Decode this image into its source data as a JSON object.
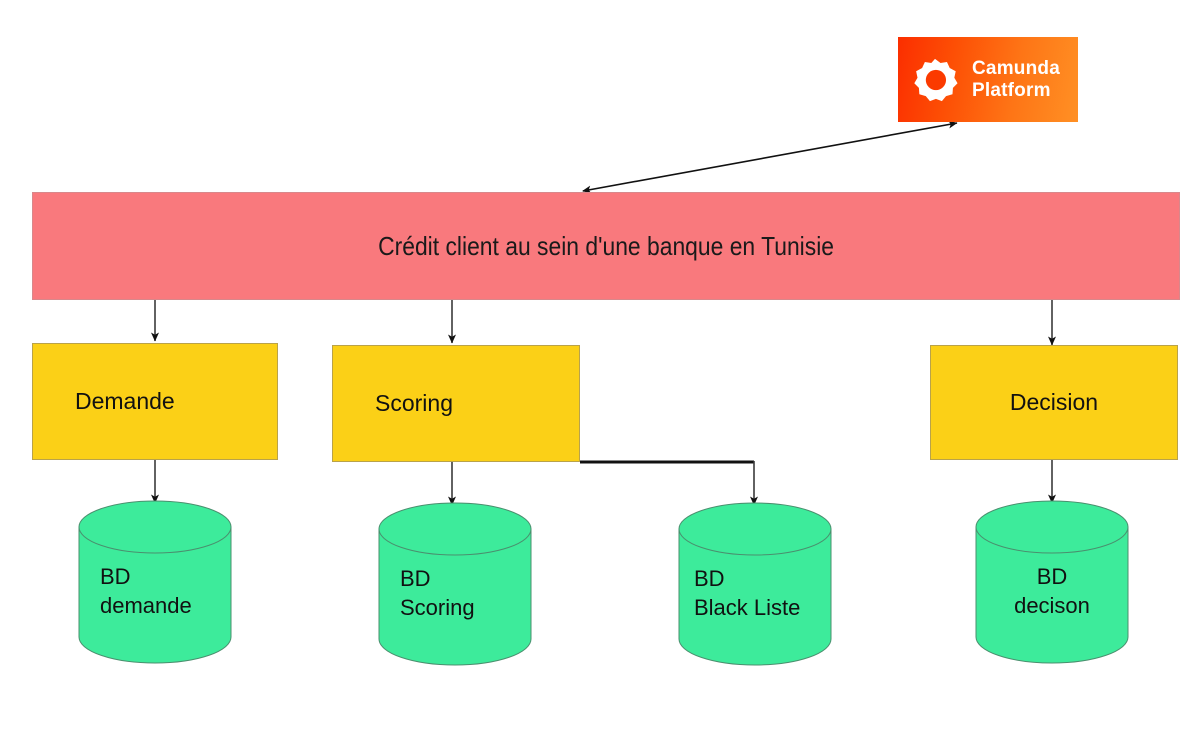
{
  "logo": {
    "name": "Camunda Platform",
    "line1": "Camunda",
    "line2": "Platform",
    "icon": "gear-icon",
    "gradient_from": "#fb2e00",
    "gradient_to": "#ff9024"
  },
  "title_bar": {
    "label": "Crédit client au sein d'une banque en Tunisie",
    "color": "#f9797d"
  },
  "process_boxes": [
    {
      "id": "demande",
      "label": "Demande",
      "color": "#fbd017"
    },
    {
      "id": "scoring",
      "label": "Scoring",
      "color": "#fbd017"
    },
    {
      "id": "decision",
      "label": "Decision",
      "color": "#fbd017"
    }
  ],
  "databases": [
    {
      "id": "bd-demande",
      "line1": "BD",
      "line2": "demande",
      "label": "BD demande",
      "color": "#3deb9b"
    },
    {
      "id": "bd-scoring",
      "line1": "BD",
      "line2": "Scoring",
      "label": "BD Scoring",
      "color": "#3deb9b"
    },
    {
      "id": "bd-black-liste",
      "line1": "BD",
      "line2": "Black Liste",
      "label": "BD Black Liste",
      "color": "#3deb9b"
    },
    {
      "id": "bd-decison",
      "line1": "BD",
      "line2": "decison",
      "label": "BD decison",
      "color": "#3deb9b"
    }
  ],
  "connectors": [
    {
      "id": "platform-title",
      "from": "Crédit client au sein d'une banque en Tunisie",
      "to": "Camunda Platform",
      "style": "double-arrow"
    },
    {
      "id": "title-demande",
      "from": "Crédit client au sein d'une banque en Tunisie",
      "to": "Demande",
      "style": "arrow"
    },
    {
      "id": "title-scoring",
      "from": "Crédit client au sein d'une banque en Tunisie",
      "to": "Scoring",
      "style": "arrow"
    },
    {
      "id": "title-decision",
      "from": "Crédit client au sein d'une banque en Tunisie",
      "to": "Decision",
      "style": "arrow"
    },
    {
      "id": "demande-bd-demande",
      "from": "Demande",
      "to": "BD demande",
      "style": "arrow"
    },
    {
      "id": "scoring-bd-scoring",
      "from": "Scoring",
      "to": "BD Scoring",
      "style": "arrow"
    },
    {
      "id": "scoring-bd-blackliste",
      "from": "Scoring",
      "to": "BD Black Liste",
      "style": "elbow-arrow"
    },
    {
      "id": "decision-bd-decison",
      "from": "Decision",
      "to": "BD decison",
      "style": "arrow"
    }
  ]
}
